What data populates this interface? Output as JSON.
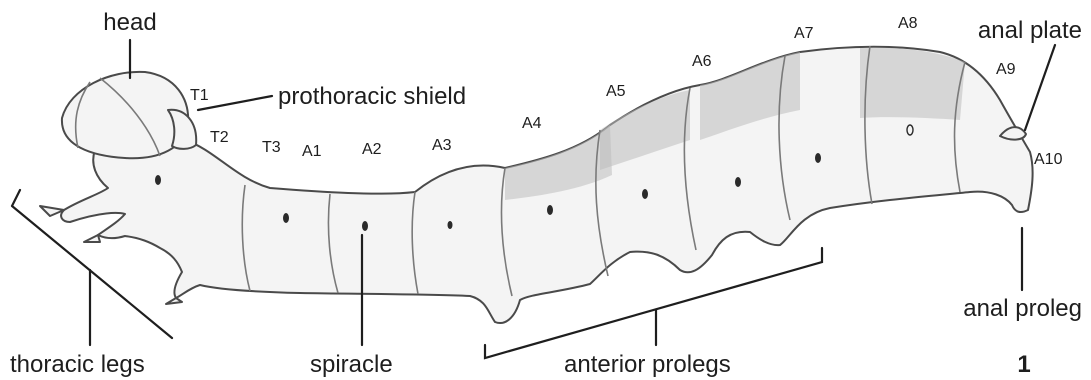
{
  "labels": {
    "head": "head",
    "prothoracic_shield": "prothoracic shield",
    "anal_plate": "anal plate",
    "anal_proleg": "anal proleg",
    "thoracic_legs": "thoracic legs",
    "spiracle": "spiracle",
    "anterior_prolegs": "anterior prolegs",
    "figure_number": "1"
  },
  "segments": {
    "t1": "T1",
    "t2": "T2",
    "t3": "T3",
    "a1": "A1",
    "a2": "A2",
    "a3": "A3",
    "a4": "A4",
    "a5": "A5",
    "a6": "A6",
    "a7": "A7",
    "a8": "A8",
    "a9": "A9",
    "a10": "A10"
  },
  "colors": {
    "ink": "#1e1e1e",
    "body_fill": "#f4f4f4",
    "shading": "#bdbdbd"
  }
}
